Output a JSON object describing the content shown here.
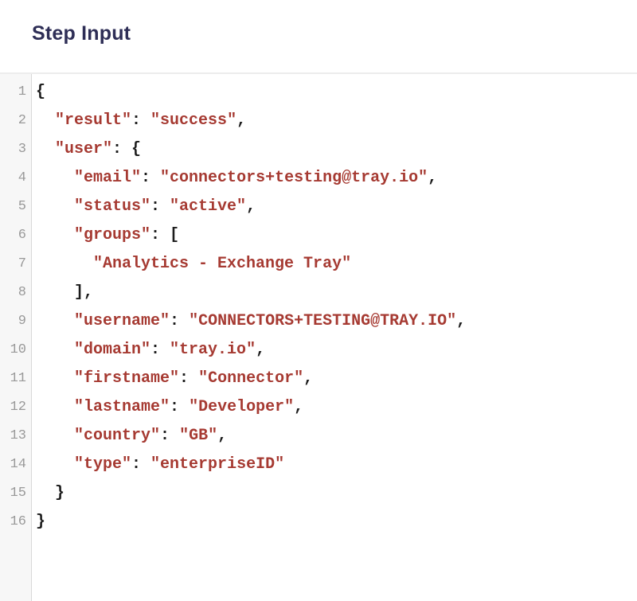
{
  "page": {
    "title": "Step Input"
  },
  "editor": {
    "language": "json",
    "line_count": 16,
    "lines": [
      "{",
      "  \"result\": \"success\",",
      "  \"user\": {",
      "    \"email\": \"connectors+testing@tray.io\",",
      "    \"status\": \"active\",",
      "    \"groups\": [",
      "      \"Analytics - Exchange Tray\"",
      "    ],",
      "    \"username\": \"CONNECTORS+TESTING@TRAY.IO\",",
      "    \"domain\": \"tray.io\",",
      "    \"firstname\": \"Connector\",",
      "    \"lastname\": \"Developer\",",
      "    \"country\": \"GB\",",
      "    \"type\": \"enterpriseID\"",
      "  }",
      "}"
    ],
    "colors": {
      "title": "#2e2e56",
      "string": "#a63a32",
      "punctuation": "#1c1c1c",
      "line_number": "#999999",
      "gutter_bg": "#f7f7f7",
      "gutter_border": "#d9d9d9",
      "top_border": "#ececec",
      "background": "#ffffff"
    }
  }
}
